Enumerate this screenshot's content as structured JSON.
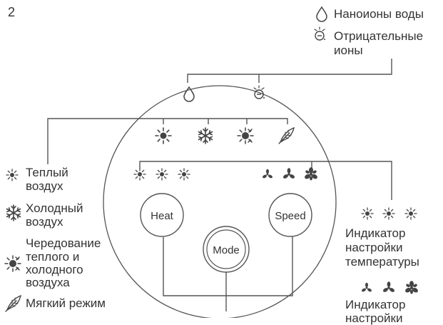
{
  "page_number": "2",
  "legend_top": {
    "nano_ions": "Наноионы воды",
    "negative_ions_line1": "Отрицательные",
    "negative_ions_line2": "ионы"
  },
  "legend_left": {
    "warm_line1": "Теплый",
    "warm_line2": "воздух",
    "cold_line1": "Холодный",
    "cold_line2": "воздух",
    "alt_line1": "Чередование",
    "alt_line2": "теплого и",
    "alt_line3": "холодного",
    "alt_line4": "воздуха",
    "soft": "Мягкий режим"
  },
  "legend_right": {
    "temp_line1": "Индикатор",
    "temp_line2": "настройки",
    "temp_line3": "температуры",
    "speed_line1": "Индикатор",
    "speed_line2": "настройки"
  },
  "buttons": {
    "heat": "Heat",
    "mode": "Mode",
    "speed": "Speed"
  },
  "icons": {
    "water_drop": "water-drop-icon",
    "negative_ion": "negative-ion-icon",
    "warm_sun": "sun-icon",
    "cold": "snowflake-icon",
    "alternating": "half-sun-icon",
    "soft": "feather-icon",
    "fan": "fan-icon"
  },
  "colors": {
    "line": "#555555",
    "icon": "#444444",
    "text": "#333333"
  }
}
